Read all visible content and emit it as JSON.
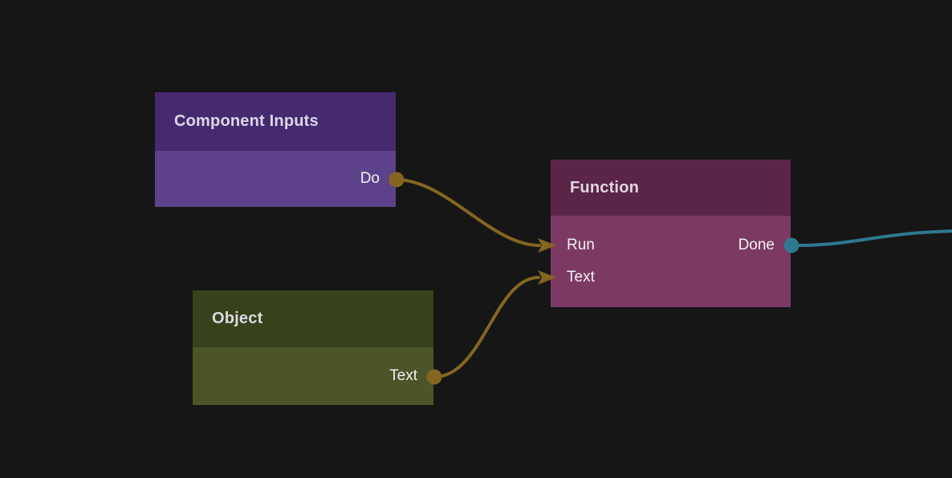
{
  "canvas": {
    "type": "node-graph-editor",
    "background": "#161616"
  },
  "colors": {
    "wire_gold": "#846621",
    "wire_teal": "#2e7990",
    "title_text": "#eae5f0",
    "label_text": "#f2f0f4"
  },
  "nodes": [
    {
      "title": "Component Inputs",
      "header_color": "#452a70",
      "body_color": "#5d428a",
      "inputs": [],
      "outputs": [
        {
          "label": "Do",
          "port_color": "#846621",
          "port_shape": "circle"
        }
      ]
    },
    {
      "title": "Function",
      "header_color": "#5b2547",
      "body_color": "#7c3a63",
      "inputs": [
        {
          "label": "Run",
          "port_color": "#846621",
          "port_shape": "arrow"
        },
        {
          "label": "Text",
          "port_color": "#846621",
          "port_shape": "arrow"
        }
      ],
      "outputs": [
        {
          "label": "Done",
          "port_color": "#2e7990",
          "port_shape": "circle"
        }
      ]
    },
    {
      "title": "Object",
      "header_color": "#36421a",
      "body_color": "#4c5527",
      "inputs": [],
      "outputs": [
        {
          "label": "Text",
          "port_color": "#846621",
          "port_shape": "circle"
        }
      ]
    }
  ],
  "wires": [
    {
      "from": "Component Inputs / Do",
      "to": "Function / Run",
      "color": "#846621"
    },
    {
      "from": "Object / Text",
      "to": "Function / Text",
      "color": "#846621"
    },
    {
      "from": "Function / Done",
      "to": "(continues off-canvas right)",
      "color": "#2e7990"
    }
  ]
}
